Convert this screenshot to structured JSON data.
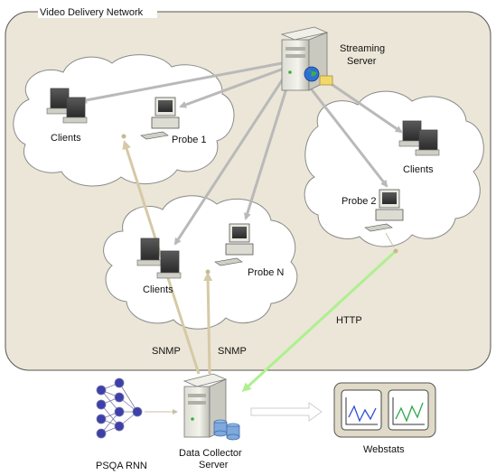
{
  "network": {
    "title": "Video Delivery Network"
  },
  "nodes": {
    "streaming_server": {
      "line1": "Streaming",
      "line2": "Server"
    },
    "clients_left": "Clients",
    "probe1": "Probe 1",
    "clients_right": "Clients",
    "probe2": "Probe 2",
    "clients_mid": "Clients",
    "probeN": "Probe N",
    "data_collector": {
      "line1": "Data Collector",
      "line2": "Server"
    },
    "psqa": "PSQA RNN",
    "webstats": "Webstats"
  },
  "links": {
    "snmp_left": "SNMP",
    "snmp_right": "SNMP",
    "http": "HTTP"
  },
  "colors": {
    "network_bg": "#ebe6d7",
    "cloud": "#ffffff",
    "stream_arrow": "#b9b9b9",
    "snmp_arrow": "#d6c9a6",
    "http_arrow": "#aef08f",
    "rnn_node": "#3d3faa",
    "hollow_arrow": "#cfcfcf"
  }
}
